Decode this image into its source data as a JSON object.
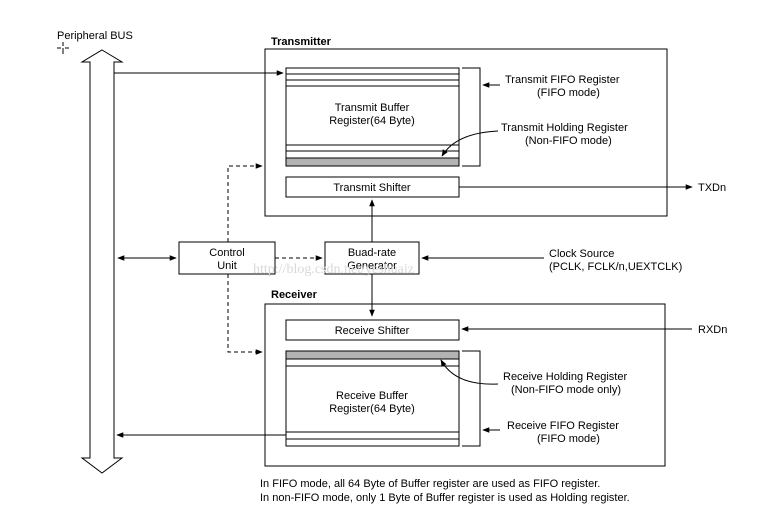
{
  "bus": {
    "label": "Peripheral BUS"
  },
  "transmitter": {
    "title": "Transmitter",
    "buffer_line1": "Transmit Buffer",
    "buffer_line2": "Register(64 Byte)",
    "shifter": "Transmit Shifter",
    "fifo_label_line1": "Transmit FIFO Register",
    "fifo_label_line2": "(FIFO mode)",
    "holding_label_line1": "Transmit Holding Register",
    "holding_label_line2": "(Non-FIFO mode)",
    "output": "TXDn"
  },
  "control": {
    "line1": "Control",
    "line2": "Unit"
  },
  "baud": {
    "line1": "Buad-rate",
    "line2": "Generator"
  },
  "clock": {
    "line1": "Clock Source",
    "line2": "(PCLK, FCLK/n,UEXTCLK)"
  },
  "receiver": {
    "title": "Receiver",
    "shifter": "Receive Shifter",
    "input": "RXDn",
    "buffer_line1": "Receive Buffer",
    "buffer_line2": "Register(64 Byte)",
    "holding_label_line1": "Receive Holding Register",
    "holding_label_line2": "(Non-FIFO mode only)",
    "fifo_label_line1": "Receive FIFO Register",
    "fifo_label_line2": "(FIFO mode)"
  },
  "notes": [
    "In FIFO mode, all 64 Byte of Buffer register are used as FIFO register.",
    "In non-FIFO mode, only 1 Byte of Buffer register is used as Holding register."
  ],
  "watermark": "http://blog.csdn.net/yeshuaiz",
  "colors": {
    "line": "#000000",
    "highlight": "#b3b3b3"
  }
}
